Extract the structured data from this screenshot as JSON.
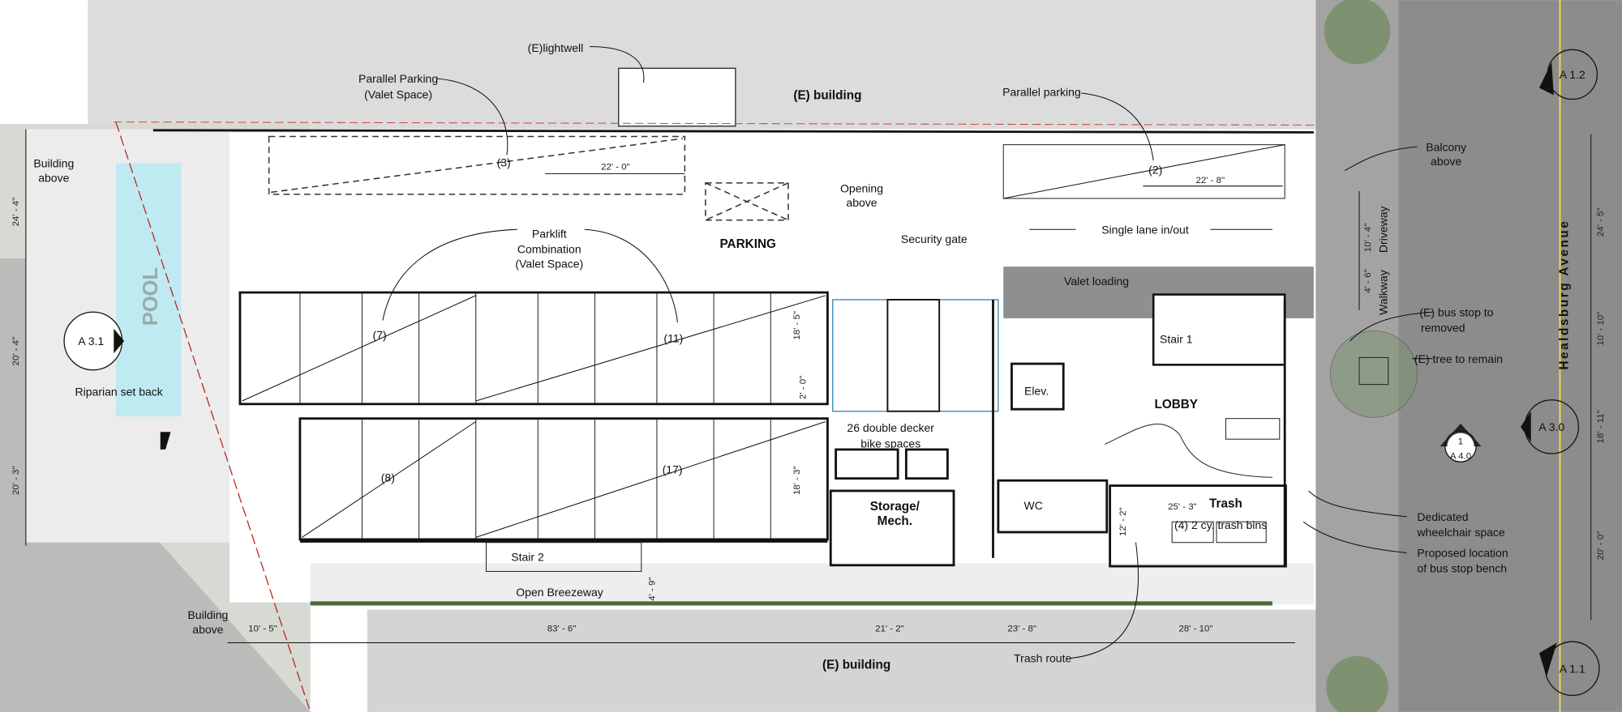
{
  "colors": {
    "existing_building": "#dcdcdc",
    "street": "#8c8c8c",
    "sidewalk": "#a3a3a3",
    "pool": "#bfeaf2",
    "centerline": "#e8e04a",
    "landscape": "#c9cfc3",
    "plan": "#ffffff"
  },
  "labels": {
    "existing_building_top": "(E) building",
    "existing_building_bottom": "(E) building",
    "lightwell": "(E)lightwell",
    "parallel_parking_valet_1": "Parallel Parking",
    "parallel_parking_valet_2": "(Valet Space)",
    "parallel_parking": "Parallel parking",
    "balcony_1": "Balcony",
    "balcony_2": "above",
    "building_above_top_1": "Building",
    "building_above_top_2": "above",
    "building_above_bottom_1": "Building",
    "building_above_bottom_2": "above",
    "opening_above_1": "Opening",
    "opening_above_2": "above",
    "parking": "PARKING",
    "parklift_1": "Parklift",
    "parklift_2": "Combination",
    "parklift_3": "(Valet Space)",
    "security_gate": "Security gate",
    "single_lane": "Single lane in/out",
    "driveway": "Driveway",
    "walkway": "Walkway",
    "valet_loading": "Valet loading",
    "pool": "POOL",
    "riparian": "Riparian set back",
    "stair_1": "Stair 1",
    "stair_2": "Stair 2",
    "elevator": "Elev.",
    "lobby": "LOBBY",
    "bus_stop_1": "(E) bus stop to",
    "bus_stop_2": "removed",
    "tree": "(E) tree to remain",
    "street": "Healdsburg Avenue",
    "bike_1": "26 double decker",
    "bike_2": "bike spaces",
    "storage_1": "Storage/",
    "storage_2": "Mech.",
    "wc": "WC",
    "trash": "Trash",
    "trash_bins": "(4) 2 cy. trash bins",
    "wheelchair_1": "Dedicated",
    "wheelchair_2": "wheelchair space",
    "bench_1": "Proposed location",
    "bench_2": "of bus stop bench",
    "breezeway": "Open Breezeway",
    "trash_route": "Trash route"
  },
  "parking_counts": {
    "parallel_left": "(3)",
    "parallel_right": "(2)",
    "lift_top_left": "(7)",
    "lift_top_right": "(11)",
    "lift_bottom_left": "(8)",
    "lift_bottom_right": "(17)"
  },
  "dimensions": {
    "parallel_left_len": "22' - 0\"",
    "parallel_right_len": "22' - 8\"",
    "driveway_w": "10' - 4\"",
    "walkway_w": "4' - 6\"",
    "left_1": "24' - 4\"",
    "left_2": "20' - 4\"",
    "left_3": "20' - 3\"",
    "stall_top": "18' - 5\"",
    "aisle": "2' - 0\"",
    "stall_bottom": "18' - 3\"",
    "right_1": "24' - 5\"",
    "right_2": "10' - 10\"",
    "right_3": "18' - 11\"",
    "right_4": "20' - 0\"",
    "trash_w": "25' - 3\"",
    "trash_h": "12' - 2\"",
    "breezeway_w": "4' - 9\"",
    "bottom_1": "10' - 5\"",
    "bottom_2": "83' - 6\"",
    "bottom_3": "21' - 2\"",
    "bottom_4": "23' - 8\"",
    "bottom_5": "28' - 10\""
  },
  "section_markers": {
    "a12": "A 1.2",
    "a31": "A 3.1",
    "a30": "A 3.0",
    "a11": "A 1.1",
    "a40_num": "1",
    "a40_sheet": "A 4.0"
  }
}
